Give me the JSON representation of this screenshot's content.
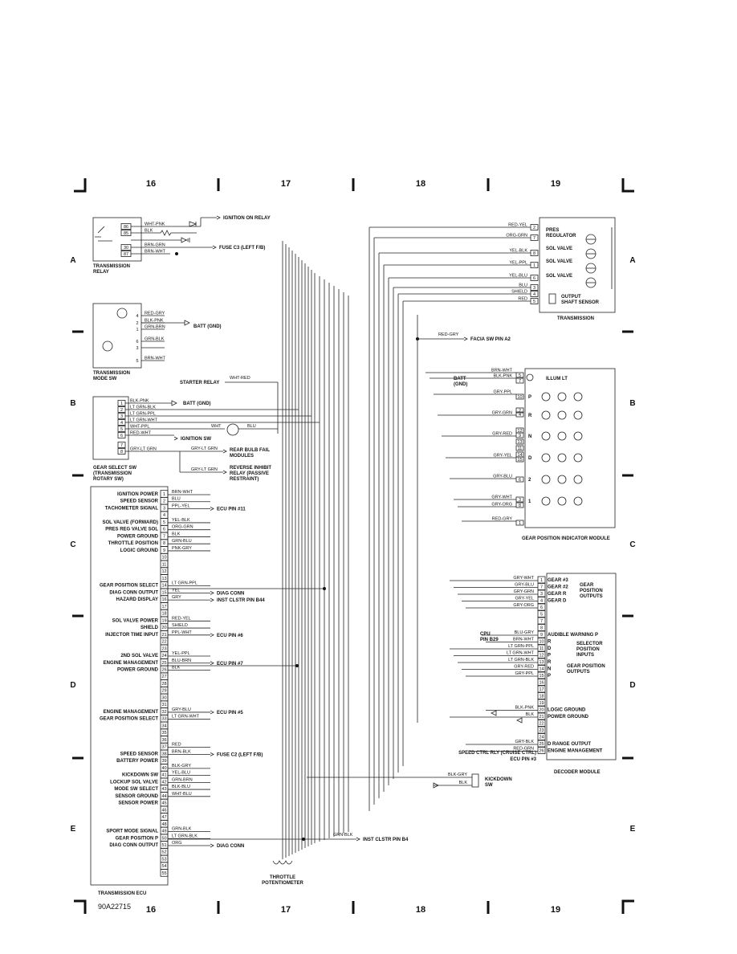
{
  "grid": {
    "columns": [
      "16",
      "17",
      "18",
      "19"
    ],
    "rows": [
      "A",
      "B",
      "C",
      "D",
      "E"
    ]
  },
  "figure_id": "90A22715",
  "left_components": [
    {
      "id": "transmission-relay",
      "name": "TRANSMISSION\nRELAY",
      "pins": [
        "86",
        "85",
        "30",
        "87"
      ],
      "wires": [
        "WHT-PNK",
        "BLK",
        "BRN-GRN",
        "BRN-WHT"
      ],
      "dest": [
        "IGNITION ON RELAY",
        "",
        "FUSE C3 (LEFT F/B)",
        ""
      ]
    },
    {
      "id": "transmission-mode-sw",
      "name": "TRANSMISSION\nMODE SW",
      "pins": [
        "4",
        "2",
        "1",
        "6",
        "3",
        "5"
      ],
      "wires": [
        "RED-GRY",
        "BLK-PNK",
        "GRN-BRN",
        "GRN-BLK",
        "",
        "BRN-WHT"
      ],
      "dest": [
        "",
        "BATT (GND)",
        "",
        "",
        "",
        ""
      ]
    },
    {
      "id": "gear-select-sw",
      "name": "GEAR SELECT SW\n(TRANSMISSION\nROTARY SW)",
      "pins": [
        "1",
        "2",
        "3",
        "4",
        "5",
        "6",
        "7",
        "8"
      ],
      "wires": [
        "BLK-PNK",
        "LT GRN-BLK",
        "LT GRN-PPL",
        "LT GRN-WHT",
        "WHT-PPL",
        "RED-WHT",
        "",
        "GRY-LT GRN"
      ],
      "dest": [
        "BATT (GND)",
        "",
        "",
        "",
        "",
        "IGNITION SW",
        "",
        "REAR BULB FAIL\nMODULES"
      ]
    }
  ],
  "starter_relay": {
    "label": "STARTER RELAY",
    "wire": "WHT-RED"
  },
  "inline_wires": {
    "wht": "WHT",
    "blu": "BLU",
    "gry_lt_grn": "GRY-LT GRN",
    "reverse_inhibit": "REVERSE INHIBIT\nRELAY (PASSIVE\nRESTRAINT)"
  },
  "ecu": {
    "name": "TRANSMISSION ECU",
    "pins": [
      {
        "n": "1",
        "label": "IGNITION POWER",
        "wire": "BRN-WHT",
        "dest": ""
      },
      {
        "n": "2",
        "label": "SPEED SENSOR",
        "wire": "BLU",
        "dest": ""
      },
      {
        "n": "3",
        "label": "TACHOMETER SIGNAL",
        "wire": "PPL-YEL",
        "dest": "ECU PIN #11"
      },
      {
        "n": "4",
        "label": "",
        "wire": "",
        "dest": ""
      },
      {
        "n": "5",
        "label": "SOL VALVE (FORWARD)",
        "wire": "YEL-BLK",
        "dest": ""
      },
      {
        "n": "6",
        "label": "PRES REG VALVE SOL",
        "wire": "ORG-GRN",
        "dest": ""
      },
      {
        "n": "7",
        "label": "POWER GROUND",
        "wire": "BLK",
        "dest": ""
      },
      {
        "n": "8",
        "label": "THROTTLE POSITION",
        "wire": "GRN-BLU",
        "dest": ""
      },
      {
        "n": "9",
        "label": "LOGIC GROUND",
        "wire": "PNK-GRY",
        "dest": ""
      },
      {
        "n": "10",
        "label": "",
        "wire": "",
        "dest": ""
      },
      {
        "n": "11",
        "label": "",
        "wire": "",
        "dest": ""
      },
      {
        "n": "12",
        "label": "",
        "wire": "",
        "dest": ""
      },
      {
        "n": "13",
        "label": "",
        "wire": "",
        "dest": ""
      },
      {
        "n": "14",
        "label": "GEAR POSITION SELECT",
        "wire": "LT GRN-PPL",
        "dest": ""
      },
      {
        "n": "15",
        "label": "DIAG CONN OUTPUT",
        "wire": "YEL",
        "dest": "DIAG CONN"
      },
      {
        "n": "16",
        "label": "HAZARD DISPLAY",
        "wire": "GRY",
        "dest": "INST CLSTR PIN B44"
      },
      {
        "n": "17",
        "label": "",
        "wire": "",
        "dest": ""
      },
      {
        "n": "18",
        "label": "",
        "wire": "",
        "dest": ""
      },
      {
        "n": "19",
        "label": "SOL VALVE POWER",
        "wire": "RED-YEL",
        "dest": ""
      },
      {
        "n": "20",
        "label": "SHIELD",
        "wire": "SHIELD",
        "dest": ""
      },
      {
        "n": "21",
        "label": "INJECTOR TIME INPUT",
        "wire": "PPL-WHT",
        "dest": "ECU PIN #6"
      },
      {
        "n": "22",
        "label": "",
        "wire": "",
        "dest": ""
      },
      {
        "n": "23",
        "label": "",
        "wire": "",
        "dest": ""
      },
      {
        "n": "24",
        "label": "2ND SOL VALVE",
        "wire": "YEL-PPL",
        "dest": ""
      },
      {
        "n": "25",
        "label": "ENGINE MANAGEMENT",
        "wire": "BLU-BRN",
        "dest": "ECU PIN #7"
      },
      {
        "n": "26",
        "label": "POWER GROUND",
        "wire": "BLK",
        "dest": ""
      },
      {
        "n": "27",
        "label": "",
        "wire": "",
        "dest": ""
      },
      {
        "n": "28",
        "label": "",
        "wire": "",
        "dest": ""
      },
      {
        "n": "29",
        "label": "",
        "wire": "",
        "dest": ""
      },
      {
        "n": "30",
        "label": "",
        "wire": "",
        "dest": ""
      },
      {
        "n": "31",
        "label": "",
        "wire": "",
        "dest": ""
      },
      {
        "n": "32",
        "label": "ENGINE MANAGEMENT",
        "wire": "GRY-BLU",
        "dest": "ECU PIN #5"
      },
      {
        "n": "33",
        "label": "GEAR POSITION SELECT",
        "wire": "LT GRN-WHT",
        "dest": ""
      },
      {
        "n": "34",
        "label": "",
        "wire": "",
        "dest": ""
      },
      {
        "n": "35",
        "label": "",
        "wire": "",
        "dest": ""
      },
      {
        "n": "36",
        "label": "",
        "wire": "",
        "dest": ""
      },
      {
        "n": "37",
        "label": "",
        "wire": "RED",
        "dest": ""
      },
      {
        "n": "38",
        "label": "SPEED SENSOR",
        "wire": "BRN-BLK",
        "dest": "FUSE C2 (LEFT F/B)"
      },
      {
        "n": "39",
        "label": "BATTERY POWER",
        "wire": "",
        "dest": ""
      },
      {
        "n": "40",
        "label": "",
        "wire": "BLK-GRY",
        "dest": ""
      },
      {
        "n": "41",
        "label": "KICKDOWN SW",
        "wire": "YEL-BLU",
        "dest": ""
      },
      {
        "n": "42",
        "label": "LOCKUP SOL VALVE",
        "wire": "GRN-BRN",
        "dest": ""
      },
      {
        "n": "43",
        "label": "MODE SW SELECT",
        "wire": "BLK-BLU",
        "dest": ""
      },
      {
        "n": "44",
        "label": "SENSOR GROUND",
        "wire": "WHT-BLU",
        "dest": ""
      },
      {
        "n": "45",
        "label": "SENSOR POWER",
        "wire": "",
        "dest": ""
      },
      {
        "n": "46",
        "label": "",
        "wire": "",
        "dest": ""
      },
      {
        "n": "47",
        "label": "",
        "wire": "",
        "dest": ""
      },
      {
        "n": "48",
        "label": "",
        "wire": "",
        "dest": ""
      },
      {
        "n": "49",
        "label": "SPORT MODE SIGNAL",
        "wire": "GRN-BLK",
        "dest": ""
      },
      {
        "n": "50",
        "label": "GEAR POSITION P",
        "wire": "LT GRN-BLK",
        "dest": ""
      },
      {
        "n": "51",
        "label": "DIAG CONN OUTPUT",
        "wire": "ORG",
        "dest": "DIAG CONN"
      },
      {
        "n": "52",
        "label": "",
        "wire": "",
        "dest": ""
      },
      {
        "n": "53",
        "label": "",
        "wire": "",
        "dest": ""
      },
      {
        "n": "54",
        "label": "",
        "wire": "",
        "dest": ""
      },
      {
        "n": "55",
        "label": "",
        "wire": "",
        "dest": ""
      }
    ]
  },
  "throttle_pot": "THROTTLE\nPOTENTIOMETER",
  "inst_clstr_b4": {
    "wire": "GRN-BLK",
    "dest": "INST CLSTR PIN B4"
  },
  "facia_sw": {
    "wire": "RED-GRY",
    "dest": "FACIA SW PIN A2"
  },
  "transmission": {
    "name": "TRANSMISSION",
    "pins": [
      "2",
      "7",
      "8",
      "1",
      "6",
      "3",
      "4",
      "5"
    ],
    "wires": [
      "RED-YEL",
      "ORG-GRN",
      "YEL-BLK",
      "YEL-PPL",
      "YEL-BLU",
      "BLU",
      "SHIELD",
      "RED"
    ],
    "items": [
      "PRES\nREGULATOR",
      "SOL VALVE",
      "SOL VALVE",
      "SOL VALVE",
      "OUTPUT\nSHAFT SENSOR"
    ]
  },
  "gear_indicator": {
    "name": "GEAR POSITION INDICATOR MODULE",
    "batt": "BATT\n(GND)",
    "illum": "ILLUM LT",
    "pins": [
      "5",
      "7",
      "10",
      "2",
      "4",
      "12",
      "9",
      "13",
      "11",
      "14",
      "15",
      "6",
      "3",
      "8",
      "1"
    ],
    "wires": [
      "BRN-WHT",
      "BLK-PNK",
      "GRY-PPL",
      "GRY-GRN",
      "GRY-RED",
      "GRY-YEL",
      "GRY-BLU",
      "GRY-WHT",
      "GRY-ORG",
      "RED-GRY"
    ],
    "letters": [
      "P",
      "R",
      "N",
      "D",
      "2",
      "1"
    ]
  },
  "decoder": {
    "name": "DECODER MODULE",
    "cpu": "CPU\nPIN B29",
    "pins": [
      {
        "n": "1",
        "wire": "GRY-WHT",
        "label": "GEAR #3"
      },
      {
        "n": "7",
        "wire": "GRY-BLU",
        "label": "GEAR #2"
      },
      {
        "n": "3",
        "wire": "GRY-GRN",
        "label": "GEAR R"
      },
      {
        "n": "4",
        "wire": "GRY-YEL",
        "label": "GEAR D"
      },
      {
        "n": "6",
        "wire": "GRY-ORG",
        "label": ""
      },
      {
        "n": "5",
        "wire": "",
        "label": ""
      },
      {
        "n": "7",
        "wire": "",
        "label": ""
      },
      {
        "n": "8",
        "wire": "",
        "label": ""
      },
      {
        "n": "9",
        "wire": "BLU-GRY",
        "label": "AUDIBLE WARNING P"
      },
      {
        "n": "10",
        "wire": "BRN-WHT",
        "label": "R"
      },
      {
        "n": "11",
        "wire": "LT GRN-PPL",
        "label": "D"
      },
      {
        "n": "12",
        "wire": "LT GRN-WHT",
        "label": "P"
      },
      {
        "n": "13",
        "wire": "LT GRN-BLK",
        "label": "R"
      },
      {
        "n": "14",
        "wire": "GRY-RED",
        "label": "N"
      },
      {
        "n": "15",
        "wire": "GRY-PPL",
        "label": "P"
      },
      {
        "n": "16",
        "wire": "",
        "label": ""
      },
      {
        "n": "17",
        "wire": "",
        "label": ""
      },
      {
        "n": "18",
        "wire": "",
        "label": ""
      },
      {
        "n": "19",
        "wire": "",
        "label": ""
      },
      {
        "n": "20",
        "wire": "BLK-PNK",
        "label": "LOGIC GROUND"
      },
      {
        "n": "21",
        "wire": "BLK",
        "label": "POWER GROUND"
      },
      {
        "n": "22",
        "wire": "",
        "label": ""
      },
      {
        "n": "23",
        "wire": "",
        "label": ""
      },
      {
        "n": "24",
        "wire": "",
        "label": ""
      },
      {
        "n": "25",
        "wire": "GRY-BLK",
        "label": "D RANGE OUTPUT"
      },
      {
        "n": "26",
        "wire": "RED-GRN",
        "label": "ENGINE MANAGEMENT"
      }
    ],
    "group1": "GEAR\nPOSITION\nOUTPUTS",
    "group2": "SELECTOR\nPOSITION\nINPUTS",
    "group3": "GEAR POSITION\nOUTPUTS",
    "speed_ctrl": "SPEED CTRL RLY (CRUISE CTRL)",
    "ecu_pin3": "ECU PIN #3"
  },
  "kickdown": {
    "name": "KICKDOWN\nSW",
    "wires": [
      "BLK-GRY",
      "BLK"
    ]
  }
}
